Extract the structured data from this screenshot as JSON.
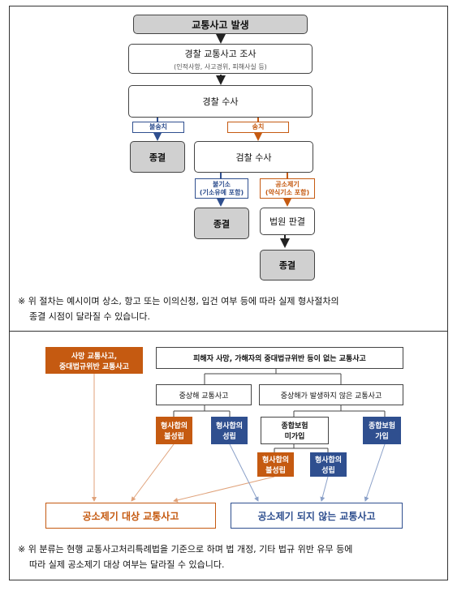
{
  "upper": {
    "occur": "교통사고 발생",
    "police_investigate": "경찰 교통사고 조사",
    "police_investigate_detail": "(인적사항, 사고경위, 피해사실 등)",
    "police_probe": "경찰 수사",
    "no_referral": "불송치",
    "referral": "송치",
    "closed_1": "종결",
    "prosecution_probe": "검찰 수사",
    "non_indict_line1": "불기소",
    "non_indict_line2": "(기소유예 포함)",
    "indict_line1": "공소제기",
    "indict_line2": "(약식기소 포함)",
    "closed_2": "종결",
    "court": "법원 판결",
    "closed_3": "종결",
    "note_line1": "※ 위 절차는 예시이며 상소, 항고 또는 이의신청, 입건 여부 등에 따라 실제 형사절차의",
    "note_line2": "종결 시점이 달라질 수 있습니다."
  },
  "lower": {
    "fatal_line1": "사망 교통사고,",
    "fatal_line2": "중대법규위반 교통사고",
    "top_other": "피해자 사망, 가해자의 중대법규위반 등이 없는 교통사고",
    "serious_injury": "중상해 교통사고",
    "no_serious_injury": "중상해가 발생하지 않은 교통사고",
    "agreement_fail_a_1": "형사합의",
    "agreement_fail_a_2": "불성립",
    "agreement_ok_a_1": "형사합의",
    "agreement_ok_a_2": "성립",
    "insurance_no_1": "종합보험",
    "insurance_no_2": "미가입",
    "insurance_yes_1": "종합보험",
    "insurance_yes_2": "가입",
    "agreement_fail_b_1": "형사합의",
    "agreement_fail_b_2": "불성립",
    "agreement_ok_b_1": "형사합의",
    "agreement_ok_b_2": "성립",
    "indict_target": "공소제기 대상 교통사고",
    "not_indicted": "공소제기 되지 않는 교통사고",
    "note_line1": "※ 위 분류는 현행 교통사고처리특례법을 기준으로 하며 법 개정, 기타 법규 위반 유무 등에",
    "note_line2": "따라 실제 공소제기 대상 여부는 달라질 수 있습니다."
  },
  "colors": {
    "orange": "#c55a11",
    "blue": "#2f4f8f",
    "gray": "#d0d0d0"
  }
}
